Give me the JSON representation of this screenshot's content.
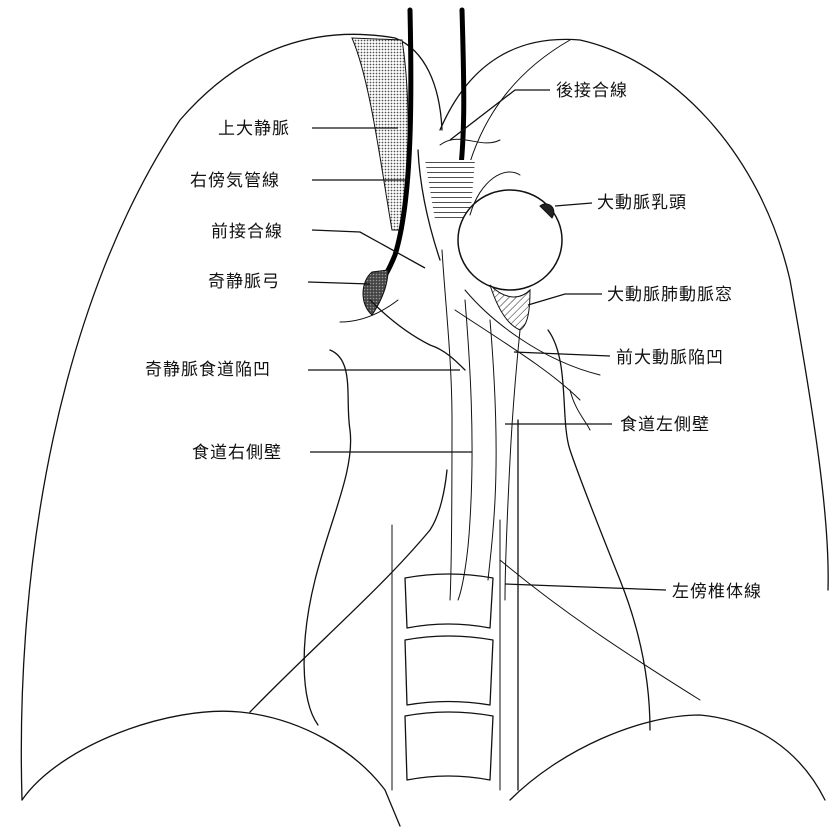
{
  "labels": {
    "svc": "上大静脈",
    "right_paratracheal": "右傍気管線",
    "anterior_junction": "前接合線",
    "azygos_arch": "奇静脈弓",
    "azygoesophageal_recess": "奇静脈食道陥凹",
    "esophagus_right_wall": "食道右側壁",
    "posterior_junction": "後接合線",
    "aortic_nipple": "大動脈乳頭",
    "aortopulmonary_window": "大動脈肺動脈窓",
    "preaortic_recess": "前大動脈陥凹",
    "esophagus_left_wall": "食道左側壁",
    "left_paraspinal": "左傍椎体線"
  },
  "colors": {
    "stroke": "#111111",
    "svc_fill": "#c8c8c8",
    "azygos_fill": "#555555"
  }
}
